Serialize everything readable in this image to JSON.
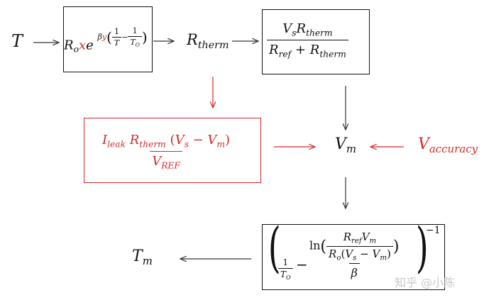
{
  "colors": {
    "ink": "#111111",
    "accent_red": "#d42a2a",
    "watermark": "#c9c9c9"
  },
  "nodes": {
    "T": "T",
    "R": "R",
    "o": "o",
    "x": "x",
    "e": "e",
    "beta": "β",
    "y": "y",
    "one": "1",
    "T_sym": "T",
    "O": "O",
    "R_therm_base": "R",
    "therm": "therm",
    "Vs_base": "V",
    "s": "s",
    "ref": "ref",
    "plus": "+",
    "Vm_base": "V",
    "m": "m",
    "accuracy": "accuracy",
    "I": "I",
    "leak": "leak",
    "REF": "REF",
    "minus": "−",
    "Tm_base": "T",
    "ln": "ln",
    "exp_neg1": "−1"
  },
  "watermark": "知乎 @小陈"
}
